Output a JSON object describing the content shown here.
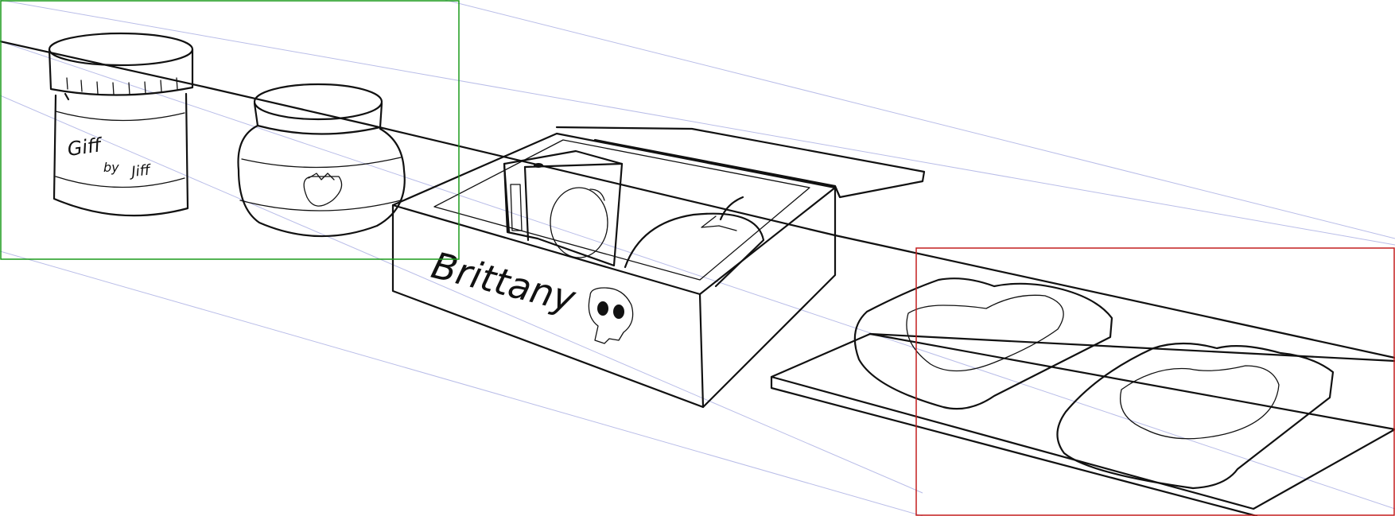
{
  "canvas": {
    "background_color": "#ffffff",
    "ink_color": "#111111",
    "perspective_guide_color": "#b9bde8"
  },
  "selections": {
    "green_box": {
      "color": "#1a9a1a",
      "label": ""
    },
    "red_box": {
      "color": "#c41e1e",
      "label": ""
    }
  },
  "objects": {
    "peanut_butter_jar": {
      "label_line1": "Giff",
      "label_line2": "by",
      "label_line3": "Jiff"
    },
    "jam_jar": {
      "label_icon": "strawberry-icon"
    },
    "lunchbox": {
      "name_text": "Brittany",
      "sticker_icon": "skull-icon"
    },
    "juice_box": {
      "label_icon": "apple-icon"
    },
    "fruit": {
      "icon": "orange-icon"
    },
    "sandwich_tray": {
      "slices": 2
    }
  }
}
